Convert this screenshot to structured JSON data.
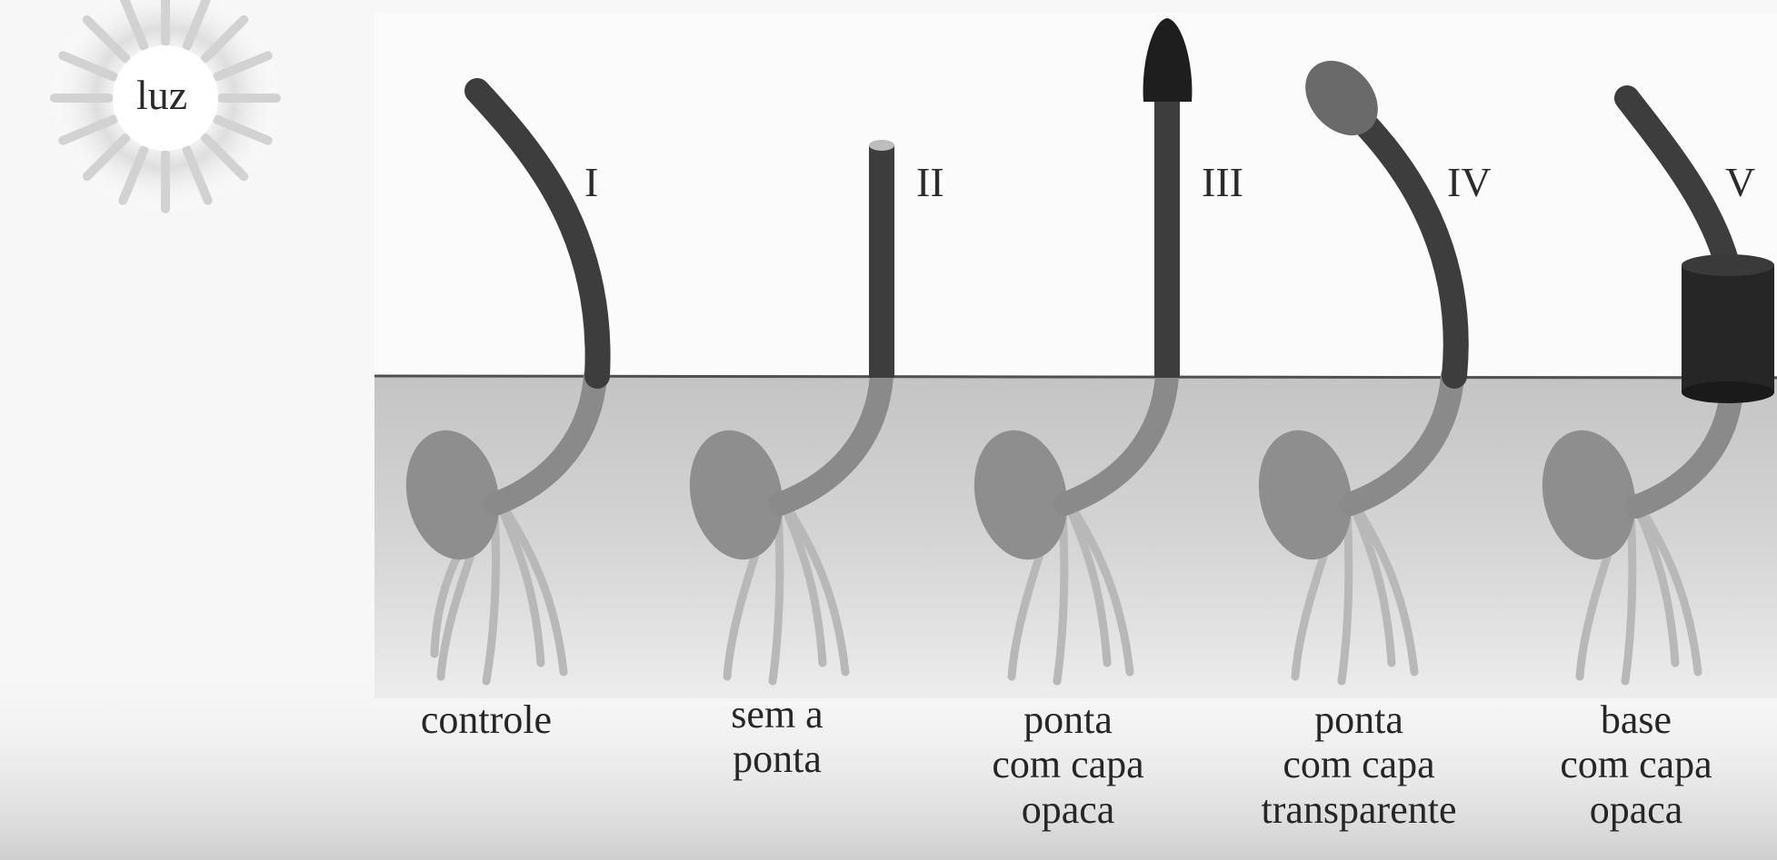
{
  "light": {
    "label": "luz"
  },
  "experiments": [
    {
      "numeral": "I",
      "caption": "controle"
    },
    {
      "numeral": "II",
      "caption": "sem a\nponta"
    },
    {
      "numeral": "III",
      "caption": "ponta\ncom capa\nopaca"
    },
    {
      "numeral": "IV",
      "caption": "ponta\ncom capa\ntransparente"
    },
    {
      "numeral": "V",
      "caption": "base\ncom capa\nopaca"
    }
  ],
  "colors": {
    "stem": "#3f3f3f",
    "stem_under_soil": "#8a8a8a",
    "soil": "#c9c9c9",
    "root": "#b5b5b5",
    "seed": "#8e8e8e",
    "opaque_cap": "#1e1e1e",
    "transparent_cap": "#6a6a6a"
  }
}
